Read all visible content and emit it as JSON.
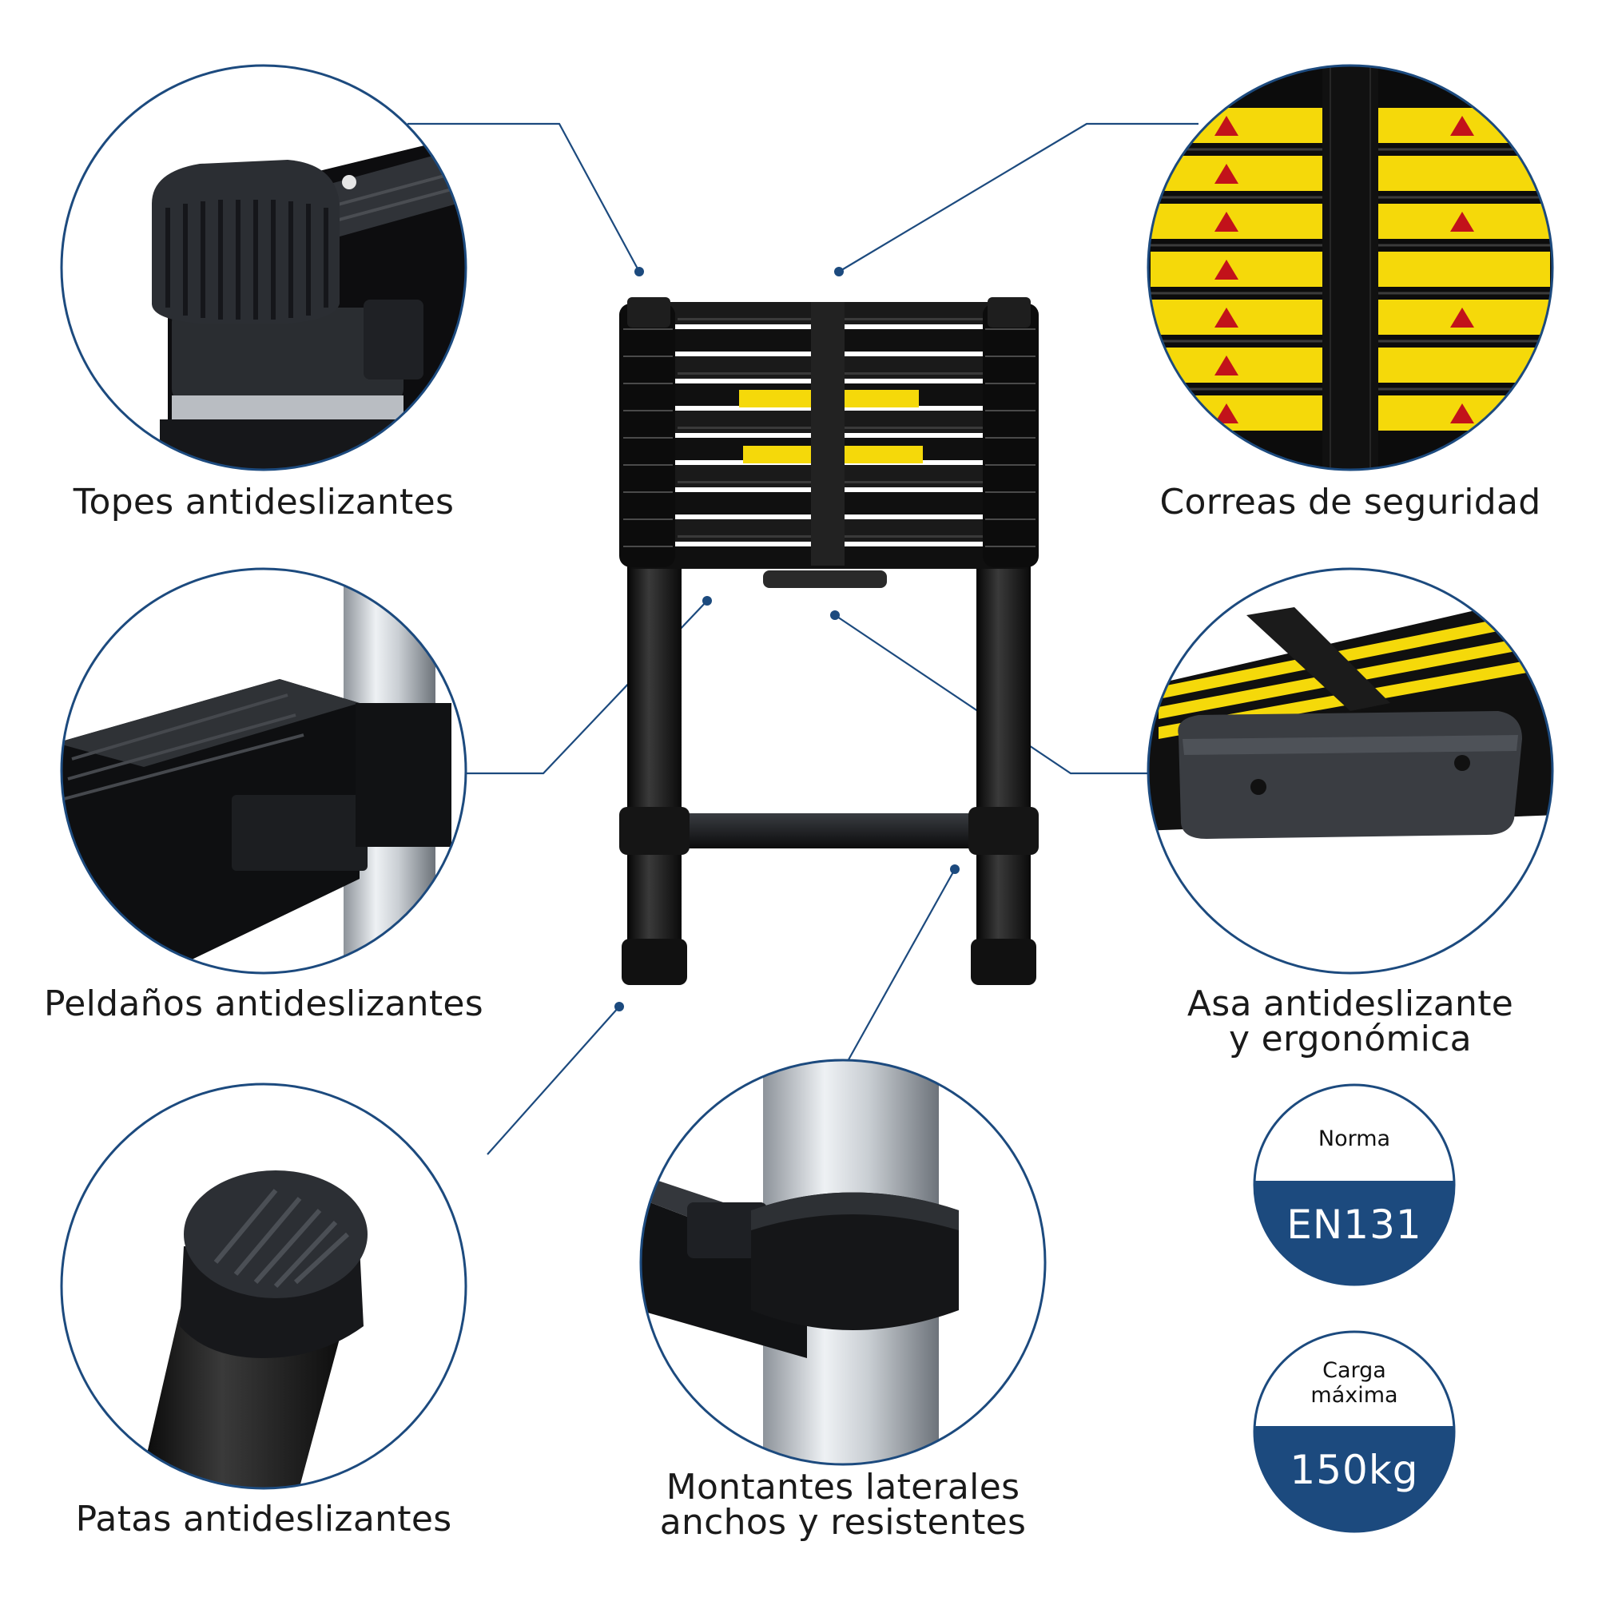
{
  "features": {
    "top_left": "Topes antideslizantes",
    "top_right": "Correas de seguridad",
    "mid_left": "Peldaños antideslizantes",
    "mid_right_line1": "Asa antideslizante",
    "mid_right_line2": "y ergonómica",
    "bottom_left": "Patas antideslizantes",
    "bottom_center_line1": "Montantes laterales",
    "bottom_center_line2": "anchos y resistentes"
  },
  "badges": {
    "norm_label": "Norma",
    "norm_value": "EN131",
    "load_label_line1": "Carga",
    "load_label_line2": "máxima",
    "load_value": "150kg"
  },
  "colors": {
    "accent": "#1c4a7e",
    "ladder": "#121212",
    "warning_yellow": "#f5d90a"
  }
}
